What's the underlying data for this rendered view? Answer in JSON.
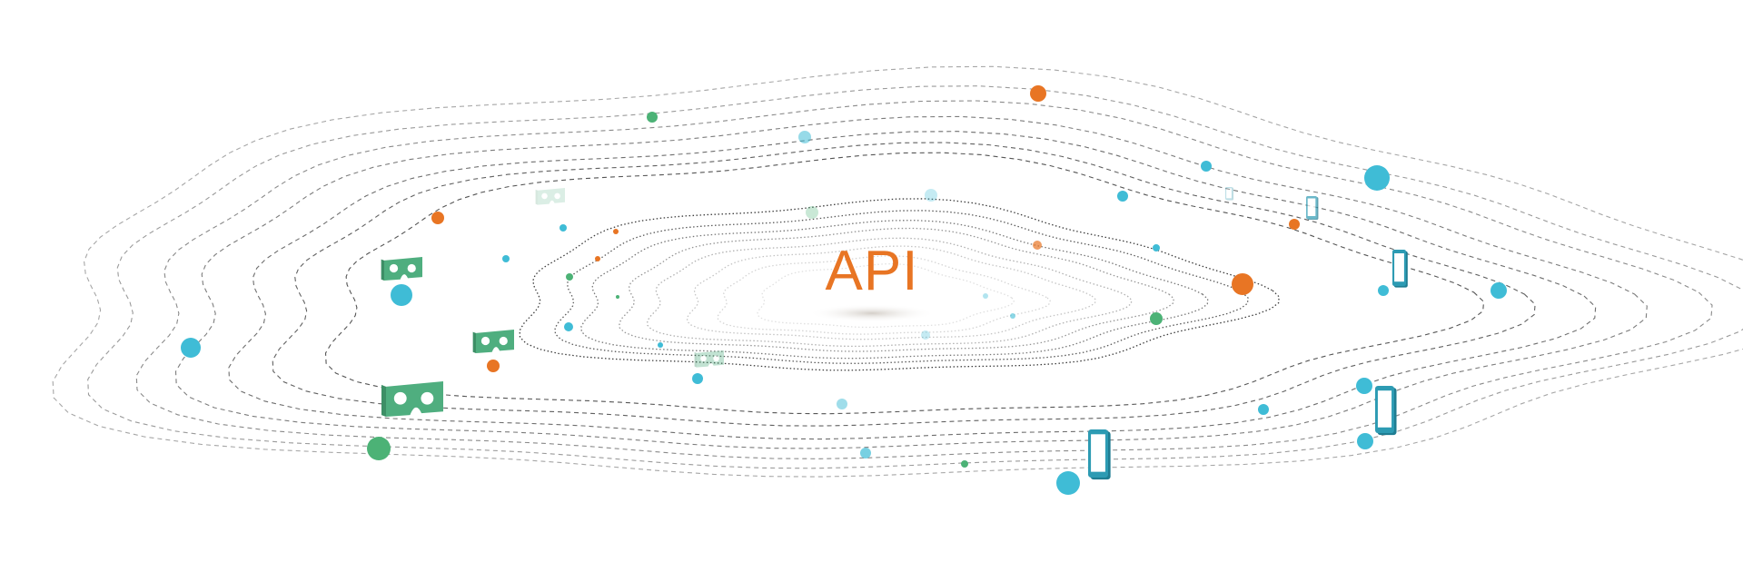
{
  "title": "API",
  "colors": {
    "accent": "#e87524",
    "blue": "#3fbcd6",
    "green": "#4cb276",
    "headset": "#4fae7f",
    "device": "#2d9bb3",
    "line": "#6b6b6b"
  },
  "nodes": {
    "blue": "blue-dot",
    "orange": "orange-dot",
    "green": "green-dot",
    "headset": "vr-headset-icon",
    "phone": "smartphone-icon"
  }
}
